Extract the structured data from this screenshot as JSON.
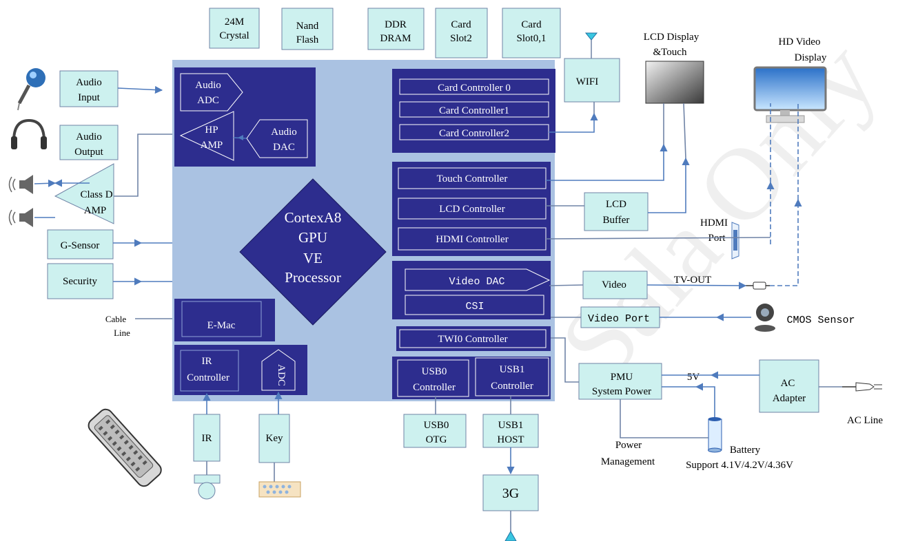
{
  "colors": {
    "soc_bg": "#aac2e2",
    "block_dark": "#2d2d8e",
    "box_light": "#cdf1ef",
    "line_blue": "#4f7bbd",
    "line_gray": "#6f83a6",
    "watermark": "#e5e5e5"
  },
  "watermark": "Sala Only",
  "top_boxes": [
    {
      "l1": "24M",
      "l2": "Crystal"
    },
    {
      "l1": "Nand",
      "l2": "Flash"
    },
    {
      "l1": "DDR",
      "l2": "DRAM"
    },
    {
      "l1": "Card",
      "l2": "Slot2"
    },
    {
      "l1": "Card",
      "l2": "Slot0,1"
    }
  ],
  "left": {
    "audio_input": {
      "l1": "Audio",
      "l2": "Input"
    },
    "audio_output": {
      "l1": "Audio",
      "l2": "Output"
    },
    "class_d": {
      "l1": "Class D",
      "l2": "AMP"
    },
    "g_sensor": "G-Sensor",
    "security": "Security",
    "cable_line": {
      "l1": "Cable",
      "l2": "Line"
    }
  },
  "soc": {
    "audio_adc": {
      "l1": "Audio",
      "l2": "ADC"
    },
    "hp_amp": {
      "l1": "HP",
      "l2": "AMP"
    },
    "audio_dac": {
      "l1": "Audio",
      "l2": "DAC"
    },
    "core": [
      "CortexA8",
      "GPU",
      "VE",
      "Processor"
    ],
    "emac": "E-Mac",
    "ir_controller": {
      "l1": "IR",
      "l2": "Controller"
    },
    "adc": "ADC",
    "card_controllers": [
      "Card Controller 0",
      "Card Controller1",
      "Card Controller2"
    ],
    "display_controllers": [
      "Touch Controller",
      "LCD Controller",
      "HDMI Controller"
    ],
    "video_dac": "Video DAC",
    "csi": "CSI",
    "twi0": "TWI0 Controller",
    "usb0": {
      "l1": "USB0",
      "l2": "Controller"
    },
    "usb1": {
      "l1": "USB1",
      "l2": "Controller"
    }
  },
  "bottom": {
    "ir": "IR",
    "key": "Key",
    "usb0_otg": {
      "l1": "USB0",
      "l2": "OTG"
    },
    "usb1_host": {
      "l1": "USB1",
      "l2": "HOST"
    },
    "three_g": "3G"
  },
  "right": {
    "wifi": "WIFI",
    "lcd_display": {
      "l1": "LCD Display",
      "l2": "&Touch"
    },
    "hd_video": {
      "l1": "HD Video",
      "l2": "Display"
    },
    "lcd_buffer": {
      "l1": "LCD",
      "l2": "Buffer"
    },
    "hdmi_port": {
      "l1": "HDMI",
      "l2": "Port"
    },
    "video": "Video",
    "tv_out": "TV-OUT",
    "video_port": "Video Port",
    "cmos_sensor": "CMOS Sensor",
    "pmu": {
      "l1": "PMU",
      "l2": "System Power"
    },
    "five_v": "5V",
    "ac_adapter": {
      "l1": "AC",
      "l2": "Adapter"
    },
    "ac_line": "AC Line",
    "power_mgmt": {
      "l1": "Power",
      "l2": "Management"
    },
    "battery": {
      "l1": "Battery",
      "l2": "Support 4.1V/4.2V/4.36V"
    }
  }
}
